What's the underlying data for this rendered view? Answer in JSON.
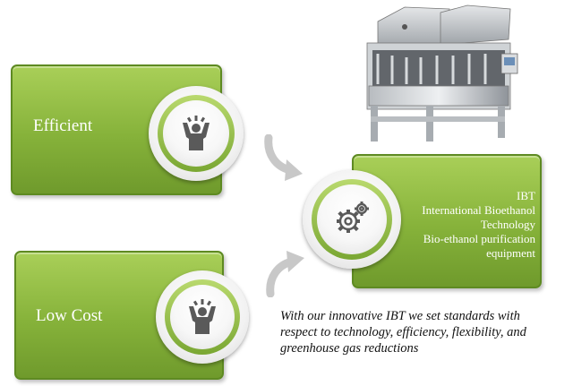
{
  "panels": {
    "efficient": {
      "label": "Efficient"
    },
    "low_cost": {
      "label": "Low Cost"
    },
    "ibt": {
      "lines": [
        "IBT",
        "International Bioethanol",
        "Technology",
        "Bio-ethanol purification",
        "equipment"
      ]
    }
  },
  "tagline": {
    "lines": [
      "With our innovative IBT we set standards with",
      "respect to technology, efficiency, flexibility, and",
      "greenhouse gas reductions"
    ]
  },
  "icons": {
    "efficient": "cheering-person-icon",
    "low_cost": "cheering-person-icon",
    "ibt": "gears-icon"
  },
  "colors": {
    "panel_green": "#86b23a",
    "panel_border": "#5e8a22",
    "icon_gray": "#5a5a5a",
    "arrow_gray": "#c8c8c8"
  }
}
